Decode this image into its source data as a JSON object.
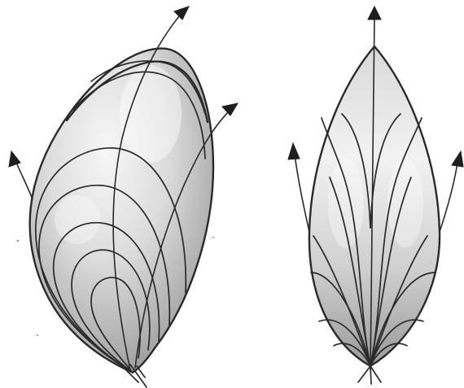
{
  "figure": {
    "left_shell": {
      "view": "oblique",
      "growth_bands": 6,
      "arrow_count": 3
    },
    "right_shell": {
      "view": "frontal",
      "growth_bands": 5,
      "arrow_count": 3
    },
    "colors": {
      "ink": "#2a2a2a",
      "shell_light": "#f4f4f4",
      "shell_mid": "#d4d4d4",
      "shell_dark": "#9a9a9a",
      "background": "#ffffff"
    }
  }
}
